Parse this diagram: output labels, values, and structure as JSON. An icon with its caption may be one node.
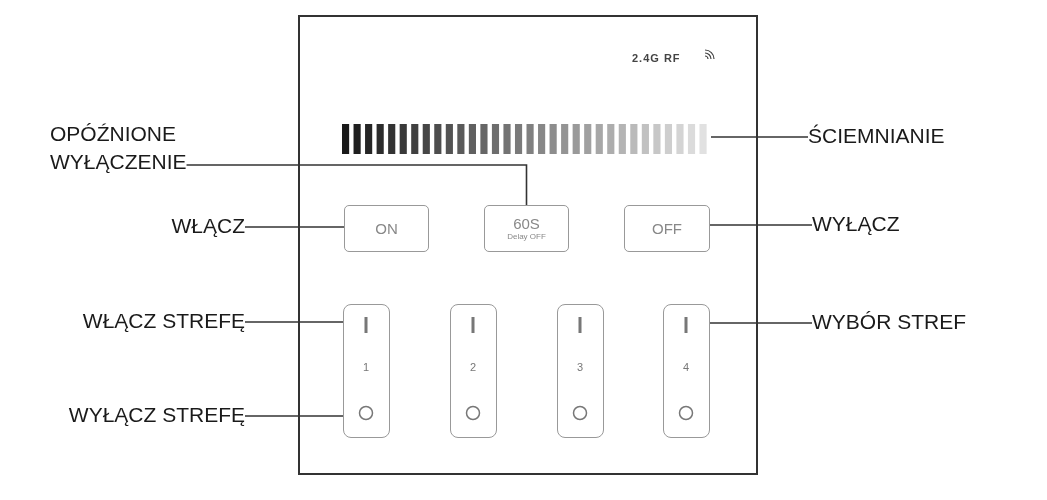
{
  "diagram": {
    "nodes": [
      {
        "text": [],
        "shape": "box"
      },
      {
        "text": [],
        "shape": "bar",
        "in": 0
      },
      {
        "text": [
          "ON"
        ],
        "in": 0
      },
      {
        "text": [
          "60S",
          "Delay OFF"
        ],
        "in": 0
      },
      {
        "text": [
          "OFF"
        ],
        "in": 0
      },
      {
        "text": [
          "1"
        ],
        "in": 0
      },
      {
        "text": [
          "2"
        ],
        "in": 0
      },
      {
        "text": [
          "3"
        ],
        "in": 0
      },
      {
        "text": [
          "4"
        ],
        "in": 0
      },
      {
        "text": [
          "OPÓŹNIONE WYŁĄCZENIE"
        ]
      },
      {
        "text": [
          "ŚCIEMNIANIE"
        ]
      },
      {
        "text": [
          "WŁĄCZ"
        ]
      },
      {
        "text": [
          "WYŁĄCZ"
        ]
      },
      {
        "text": [
          "WŁĄCZ STREFĘ"
        ]
      },
      {
        "text": [
          "WYBÓR STREF"
        ]
      },
      {
        "text": [
          "WYŁĄCZ STREFĘ"
        ]
      }
    ],
    "edges": [
      {
        "from": 9,
        "to": 3,
        "arrow": "none"
      },
      {
        "from": 10,
        "to": 1,
        "arrow": "none"
      },
      {
        "from": 11,
        "to": 2,
        "arrow": "none"
      },
      {
        "from": 12,
        "to": 4,
        "arrow": "none"
      },
      {
        "from": 13,
        "to": 5,
        "arrow": "none"
      },
      {
        "from": 14,
        "to": 8,
        "arrow": "none"
      },
      {
        "from": 15,
        "to": 5,
        "arrow": "none"
      }
    ],
    "labels": [
      "2.4G RF"
    ]
  }
}
